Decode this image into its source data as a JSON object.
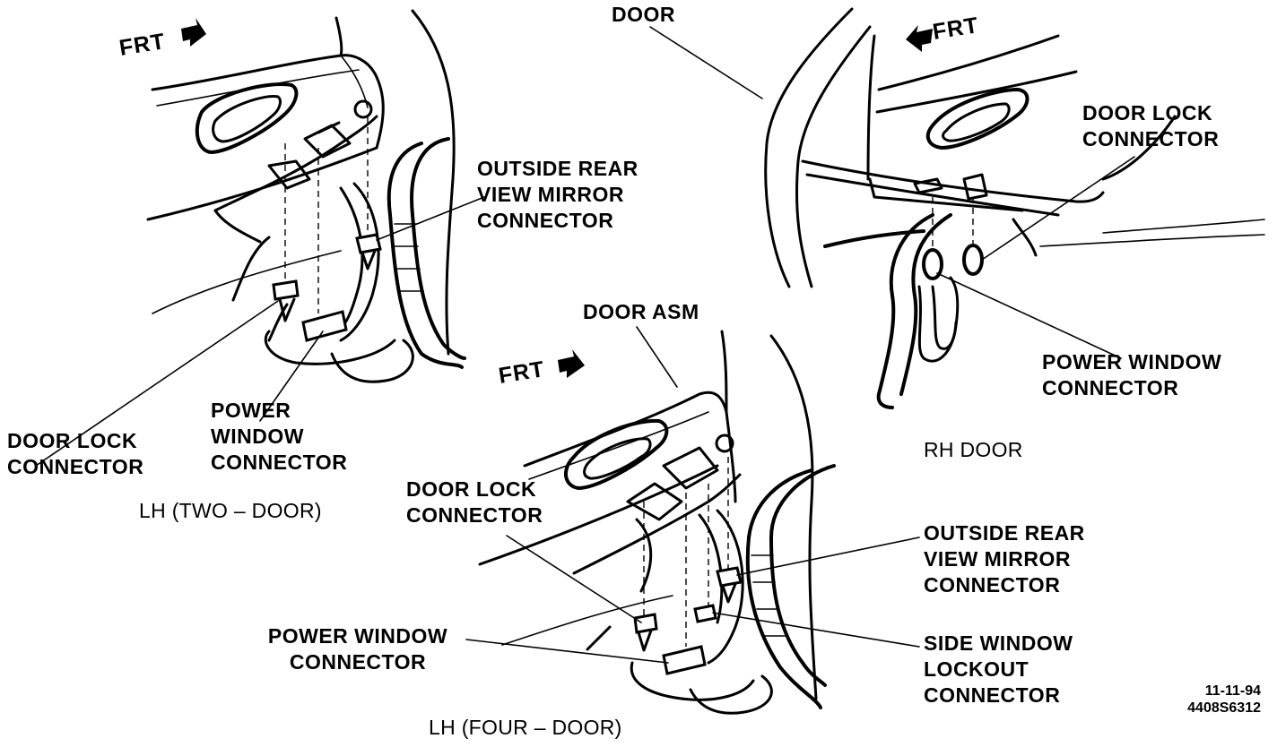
{
  "labels": {
    "frt_a": "FRT",
    "frt_b": "FRT",
    "frt_c": "FRT",
    "door": "DOOR",
    "door_asm": "DOOR ASM",
    "lh2_mirror": [
      "OUTSIDE REAR",
      "VIEW MIRROR",
      "CONNECTOR"
    ],
    "lh2_power_window": [
      "POWER",
      "WINDOW",
      "CONNECTOR"
    ],
    "lh2_door_lock": [
      "DOOR LOCK",
      "CONNECTOR"
    ],
    "lh2_caption": "LH (TWO – DOOR)",
    "rh_door_lock": [
      "DOOR LOCK",
      "CONNECTOR"
    ],
    "rh_power_window": [
      "POWER WINDOW",
      "CONNECTOR"
    ],
    "rh_caption": "RH DOOR",
    "lh4_door_lock": [
      "DOOR LOCK",
      "CONNECTOR"
    ],
    "lh4_power_window": [
      "POWER WINDOW",
      "CONNECTOR"
    ],
    "lh4_mirror": [
      "OUTSIDE REAR",
      "VIEW MIRROR",
      "CONNECTOR"
    ],
    "lh4_side_window": [
      "SIDE WINDOW",
      "LOCKOUT",
      "CONNECTOR"
    ],
    "lh4_caption": "LH (FOUR – DOOR)",
    "date_code": "11-11-94",
    "figure_code": "4408S6312"
  },
  "colors": {
    "ink": "#000000",
    "paper": "#ffffff"
  },
  "icons": [
    "arrow-right-icon",
    "arrow-left-icon"
  ]
}
